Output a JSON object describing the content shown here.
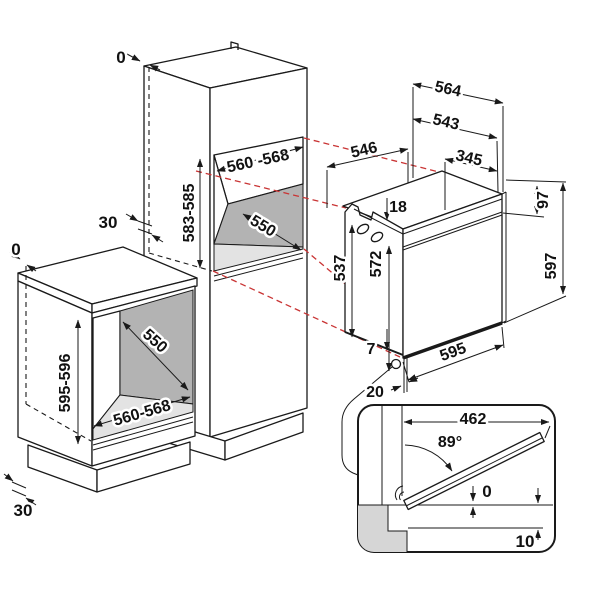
{
  "diagram": {
    "type": "oven-built-in-installation-dimensions",
    "tall_cabinet": {
      "top_gap": "0",
      "wall_clearance": "30",
      "niche_width": "560 -568",
      "niche_height": "583-585",
      "niche_depth": "550"
    },
    "base_cabinet": {
      "top_gap": "0",
      "plinth_clearance": "30",
      "niche_depth": "550",
      "niche_height": "595-596",
      "niche_width": "560-568"
    },
    "oven": {
      "overall_width": "564",
      "body_width": "543",
      "body_depth": "546",
      "top_depth": "345",
      "vent_inset": "18",
      "panel_height": "97",
      "side_height": "537",
      "door_height": "572",
      "overall_height": "597",
      "bottom_gap": "7",
      "front_width": "595",
      "front_protrusion": "20"
    },
    "door_detail": {
      "door_length": "462",
      "open_angle": "89°",
      "flush_gap": "0",
      "plinth_depth": "10"
    },
    "colors": {
      "line": "#1a1a1a",
      "projection": "#c93434",
      "niche_back_wall": "#b3b3b3",
      "niche_floor": "#e3e3e3",
      "section_cut": "#d6d6d6"
    }
  }
}
